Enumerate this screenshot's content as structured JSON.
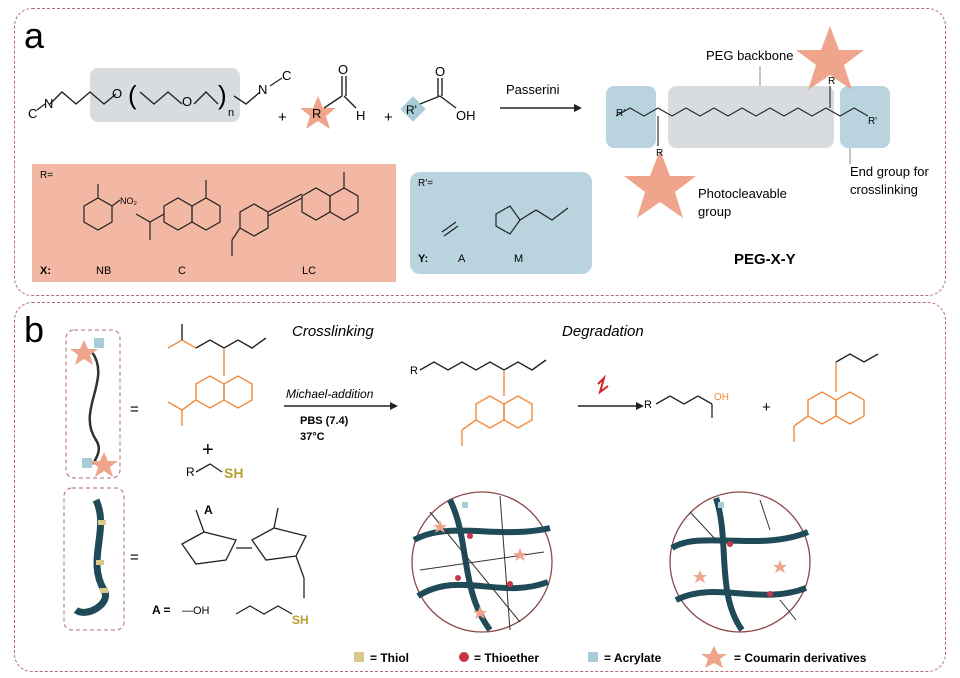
{
  "panel_a": {
    "letter": "a",
    "arrow_label": "Passerini",
    "peg_backbone_label": "PEG backbone",
    "photocleavable_label_1": "Photocleavable",
    "photocleavable_label_2": "group",
    "end_group_label_1": "End group for",
    "end_group_label_2": "crosslinking",
    "product_name": "PEG-X-Y",
    "r_box": {
      "header": "R=",
      "row_label": "X:",
      "items": [
        "NB",
        "C",
        "LC"
      ],
      "no2": "NO₂"
    },
    "rprime_box": {
      "header": "R′=",
      "row_label": "Y:",
      "items": [
        "A",
        "M"
      ]
    },
    "atoms": {
      "n": "n",
      "R": "R",
      "Rp": "R'",
      "H": "H",
      "OH": "OH",
      "O": "O",
      "N": "N",
      "C": "C",
      "plus": "+"
    }
  },
  "panel_b": {
    "letter": "b",
    "crosslinking_title": "Crosslinking",
    "degradation_title": "Degradation",
    "reaction_label": "Michael-addition",
    "condition_1": "PBS (7.4)",
    "condition_2": "37°C",
    "thiol_reagent": "SH",
    "a_group_label": "A =",
    "a_option_1": "—OH",
    "a_option_2": "SH",
    "a_marker": "A",
    "equals": "="
  },
  "legend": {
    "thiol": "= Thiol",
    "thioether": "= Thioether",
    "acrylate": "= Acrylate",
    "coumarin": "= Coumarin derivatives"
  },
  "colors": {
    "orange": "#f08a3c",
    "salmon": "#f2b8a4",
    "star": "#eea58c",
    "lightblue": "#a9cdd8",
    "bluebox": "#b9d4de",
    "gray": "#d9dcdf",
    "teal": "#1f4a57",
    "thiol": "#d9c98a",
    "thioether": "#c7354a",
    "gold": "#b8a02e",
    "red": "#d5232a"
  }
}
